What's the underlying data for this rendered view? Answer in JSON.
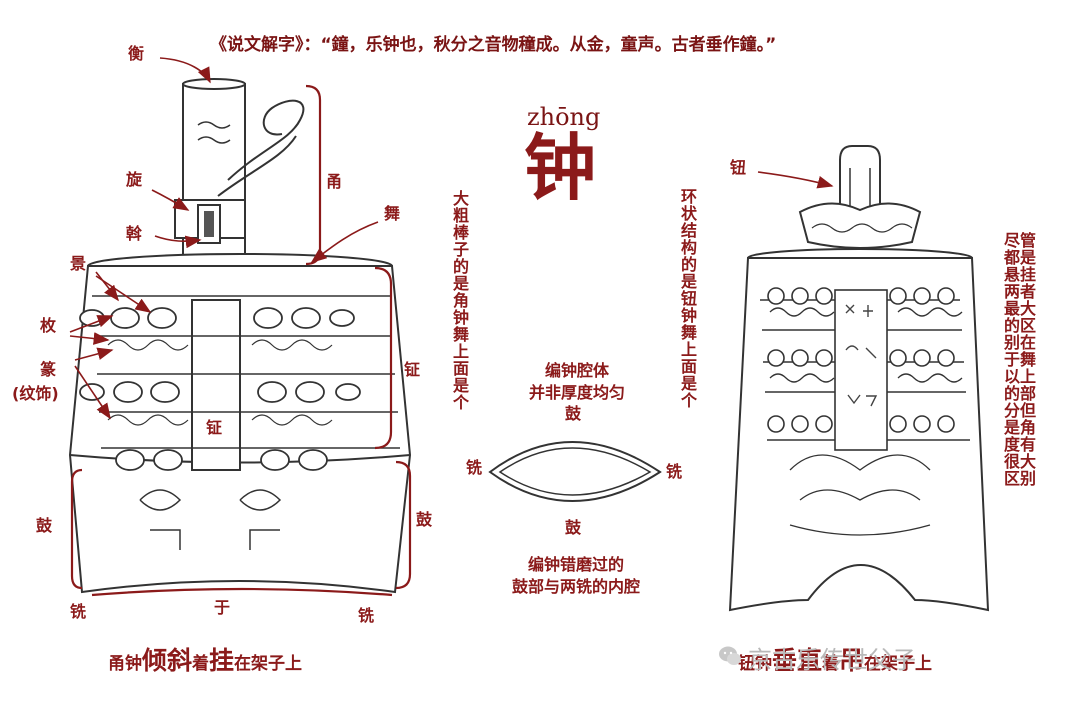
{
  "quote": "《说文解字》：“鐘，乐钟也，秋分之音物穜成。从金，童声。古者垂作鐘。”",
  "title": {
    "pinyin": "zhōng",
    "char": "钟"
  },
  "left_labels": {
    "heng": "衡",
    "xuan": "旋",
    "gan": "斡",
    "yong": "甬",
    "wu": "舞",
    "jing": "景",
    "mei": "枚",
    "zhuan": "篆",
    "wenshi": "(纹饰)",
    "zheng": "钲",
    "zheng_inner": "钲",
    "gu": "鼓",
    "gu_right": "鼓",
    "xian_left": "铣",
    "xian_right": "铣",
    "yu": "于"
  },
  "notes": {
    "yong_note": "大粗棒子的是角钟舞上面是个",
    "niu_note": "环状结构的是钮钟舞上面是个",
    "far_right_note": "尽管都是悬挂两者最大的区别在于舞以上的部分但是角度有很大区别"
  },
  "cross_section": {
    "title_line1": "编钟腔体",
    "title_line2": "并非厚度均匀",
    "gu_top": "鼓",
    "gu_bottom": "鼓",
    "xian_left": "铣",
    "xian_right": "铣",
    "bottom_line1": "编钟错磨过的",
    "bottom_line2": "鼓部与两铣的内腔"
  },
  "right_labels": {
    "niu": "钮"
  },
  "captions": {
    "left": {
      "prefix": "甬钟",
      "b1": "倾斜",
      "mid": "着",
      "b2": "挂",
      "suffix": "在架子上"
    },
    "right": {
      "prefix": "钮钟",
      "b1": "垂直",
      "mid": "着",
      "b2": "吊",
      "suffix": "在架子上"
    }
  },
  "watermark": "京古乐传世父子",
  "colors": {
    "accent": "#8b1a1a",
    "ink": "#333333"
  }
}
